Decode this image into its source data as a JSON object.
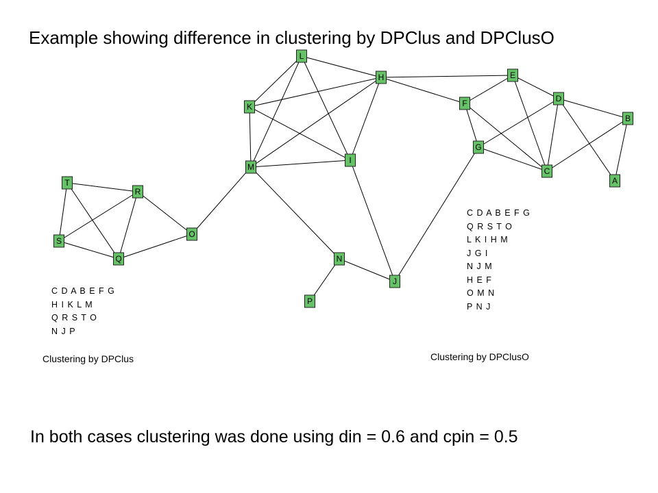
{
  "title": "Example showing difference in clustering by DPClus and DPClusO",
  "footer": "In both cases clustering was done using din = 0.6 and cpin = 0.5",
  "colors": {
    "node_fill": "#66c266",
    "node_stroke": "#222222",
    "edge": "#000000"
  },
  "graph": {
    "nodes": [
      "L",
      "H",
      "E",
      "K",
      "F",
      "D",
      "B",
      "G",
      "I",
      "M",
      "C",
      "A",
      "T",
      "R",
      "O",
      "S",
      "Q",
      "N",
      "J",
      "P"
    ],
    "edges": [
      [
        "L",
        "H"
      ],
      [
        "L",
        "K"
      ],
      [
        "L",
        "M"
      ],
      [
        "L",
        "I"
      ],
      [
        "H",
        "K"
      ],
      [
        "H",
        "M"
      ],
      [
        "H",
        "I"
      ],
      [
        "H",
        "E"
      ],
      [
        "H",
        "F"
      ],
      [
        "K",
        "M"
      ],
      [
        "K",
        "I"
      ],
      [
        "M",
        "I"
      ],
      [
        "M",
        "N"
      ],
      [
        "M",
        "O"
      ],
      [
        "I",
        "J"
      ],
      [
        "N",
        "J"
      ],
      [
        "N",
        "P"
      ],
      [
        "J",
        "G"
      ],
      [
        "F",
        "E"
      ],
      [
        "F",
        "G"
      ],
      [
        "F",
        "C"
      ],
      [
        "G",
        "D"
      ],
      [
        "G",
        "C"
      ],
      [
        "E",
        "D"
      ],
      [
        "E",
        "C"
      ],
      [
        "D",
        "C"
      ],
      [
        "D",
        "B"
      ],
      [
        "D",
        "A"
      ],
      [
        "B",
        "C"
      ],
      [
        "B",
        "A"
      ],
      [
        "T",
        "R"
      ],
      [
        "T",
        "S"
      ],
      [
        "T",
        "Q"
      ],
      [
        "S",
        "R"
      ],
      [
        "S",
        "Q"
      ],
      [
        "R",
        "Q"
      ],
      [
        "R",
        "O"
      ],
      [
        "Q",
        "O"
      ]
    ]
  },
  "dpclus": {
    "clusters": [
      "C D A B E F G",
      "H I K L M",
      "Q R S T O",
      "N J P"
    ],
    "caption": "Clustering by DPClus"
  },
  "dpcluso": {
    "clusters": [
      "C D A B E F G",
      "Q R S T O",
      "L K I H M",
      "J G I",
      "N J M",
      "H E F",
      "O M N",
      "P N J"
    ],
    "caption": "Clustering  by DPClusO"
  }
}
